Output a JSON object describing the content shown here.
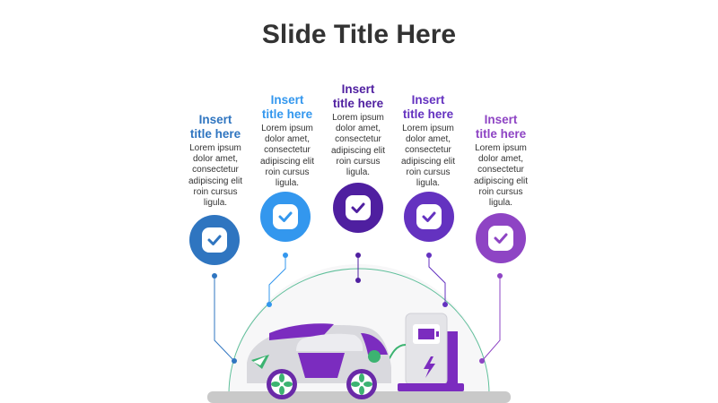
{
  "slide": {
    "title": "Slide Title Here"
  },
  "items": [
    {
      "heading": "Insert\ntitle here",
      "body": "Lorem ipsum\ndolor amet,\nconsectetur\nadipiscing elit\nroin cursus\nligula.",
      "color": "#2f75c0",
      "icon": "check-icon"
    },
    {
      "heading": "Insert\ntitle here",
      "body": "Lorem ipsum\ndolor amet,\nconsectetur\nadipiscing elit\nroin cursus\nligula.",
      "color": "#3397ee",
      "icon": "check-icon"
    },
    {
      "heading": "Insert\ntitle here",
      "body": "Lorem ipsum\ndolor amet,\nconsectetur\nadipiscing elit\nroin cursus\nligula.",
      "color": "#4f1fa0",
      "icon": "check-icon"
    },
    {
      "heading": "Insert\ntitle here",
      "body": "Lorem ipsum\ndolor amet,\nconsectetur\nadipiscing elit\nroin cursus\nligula.",
      "color": "#6432c0",
      "icon": "check-icon"
    },
    {
      "heading": "Insert\ntitle here",
      "body": "Lorem ipsum\ndolor amet,\nconsectetur\nadipiscing elit\nroin cursus\nligula.",
      "color": "#8e44c4",
      "icon": "check-icon"
    }
  ],
  "illustration": {
    "subject": "electric-car-at-charging-station",
    "accent": "#7b2cbf",
    "wheel_color": "#3cb371",
    "arc_color": "#5fbf9a"
  }
}
